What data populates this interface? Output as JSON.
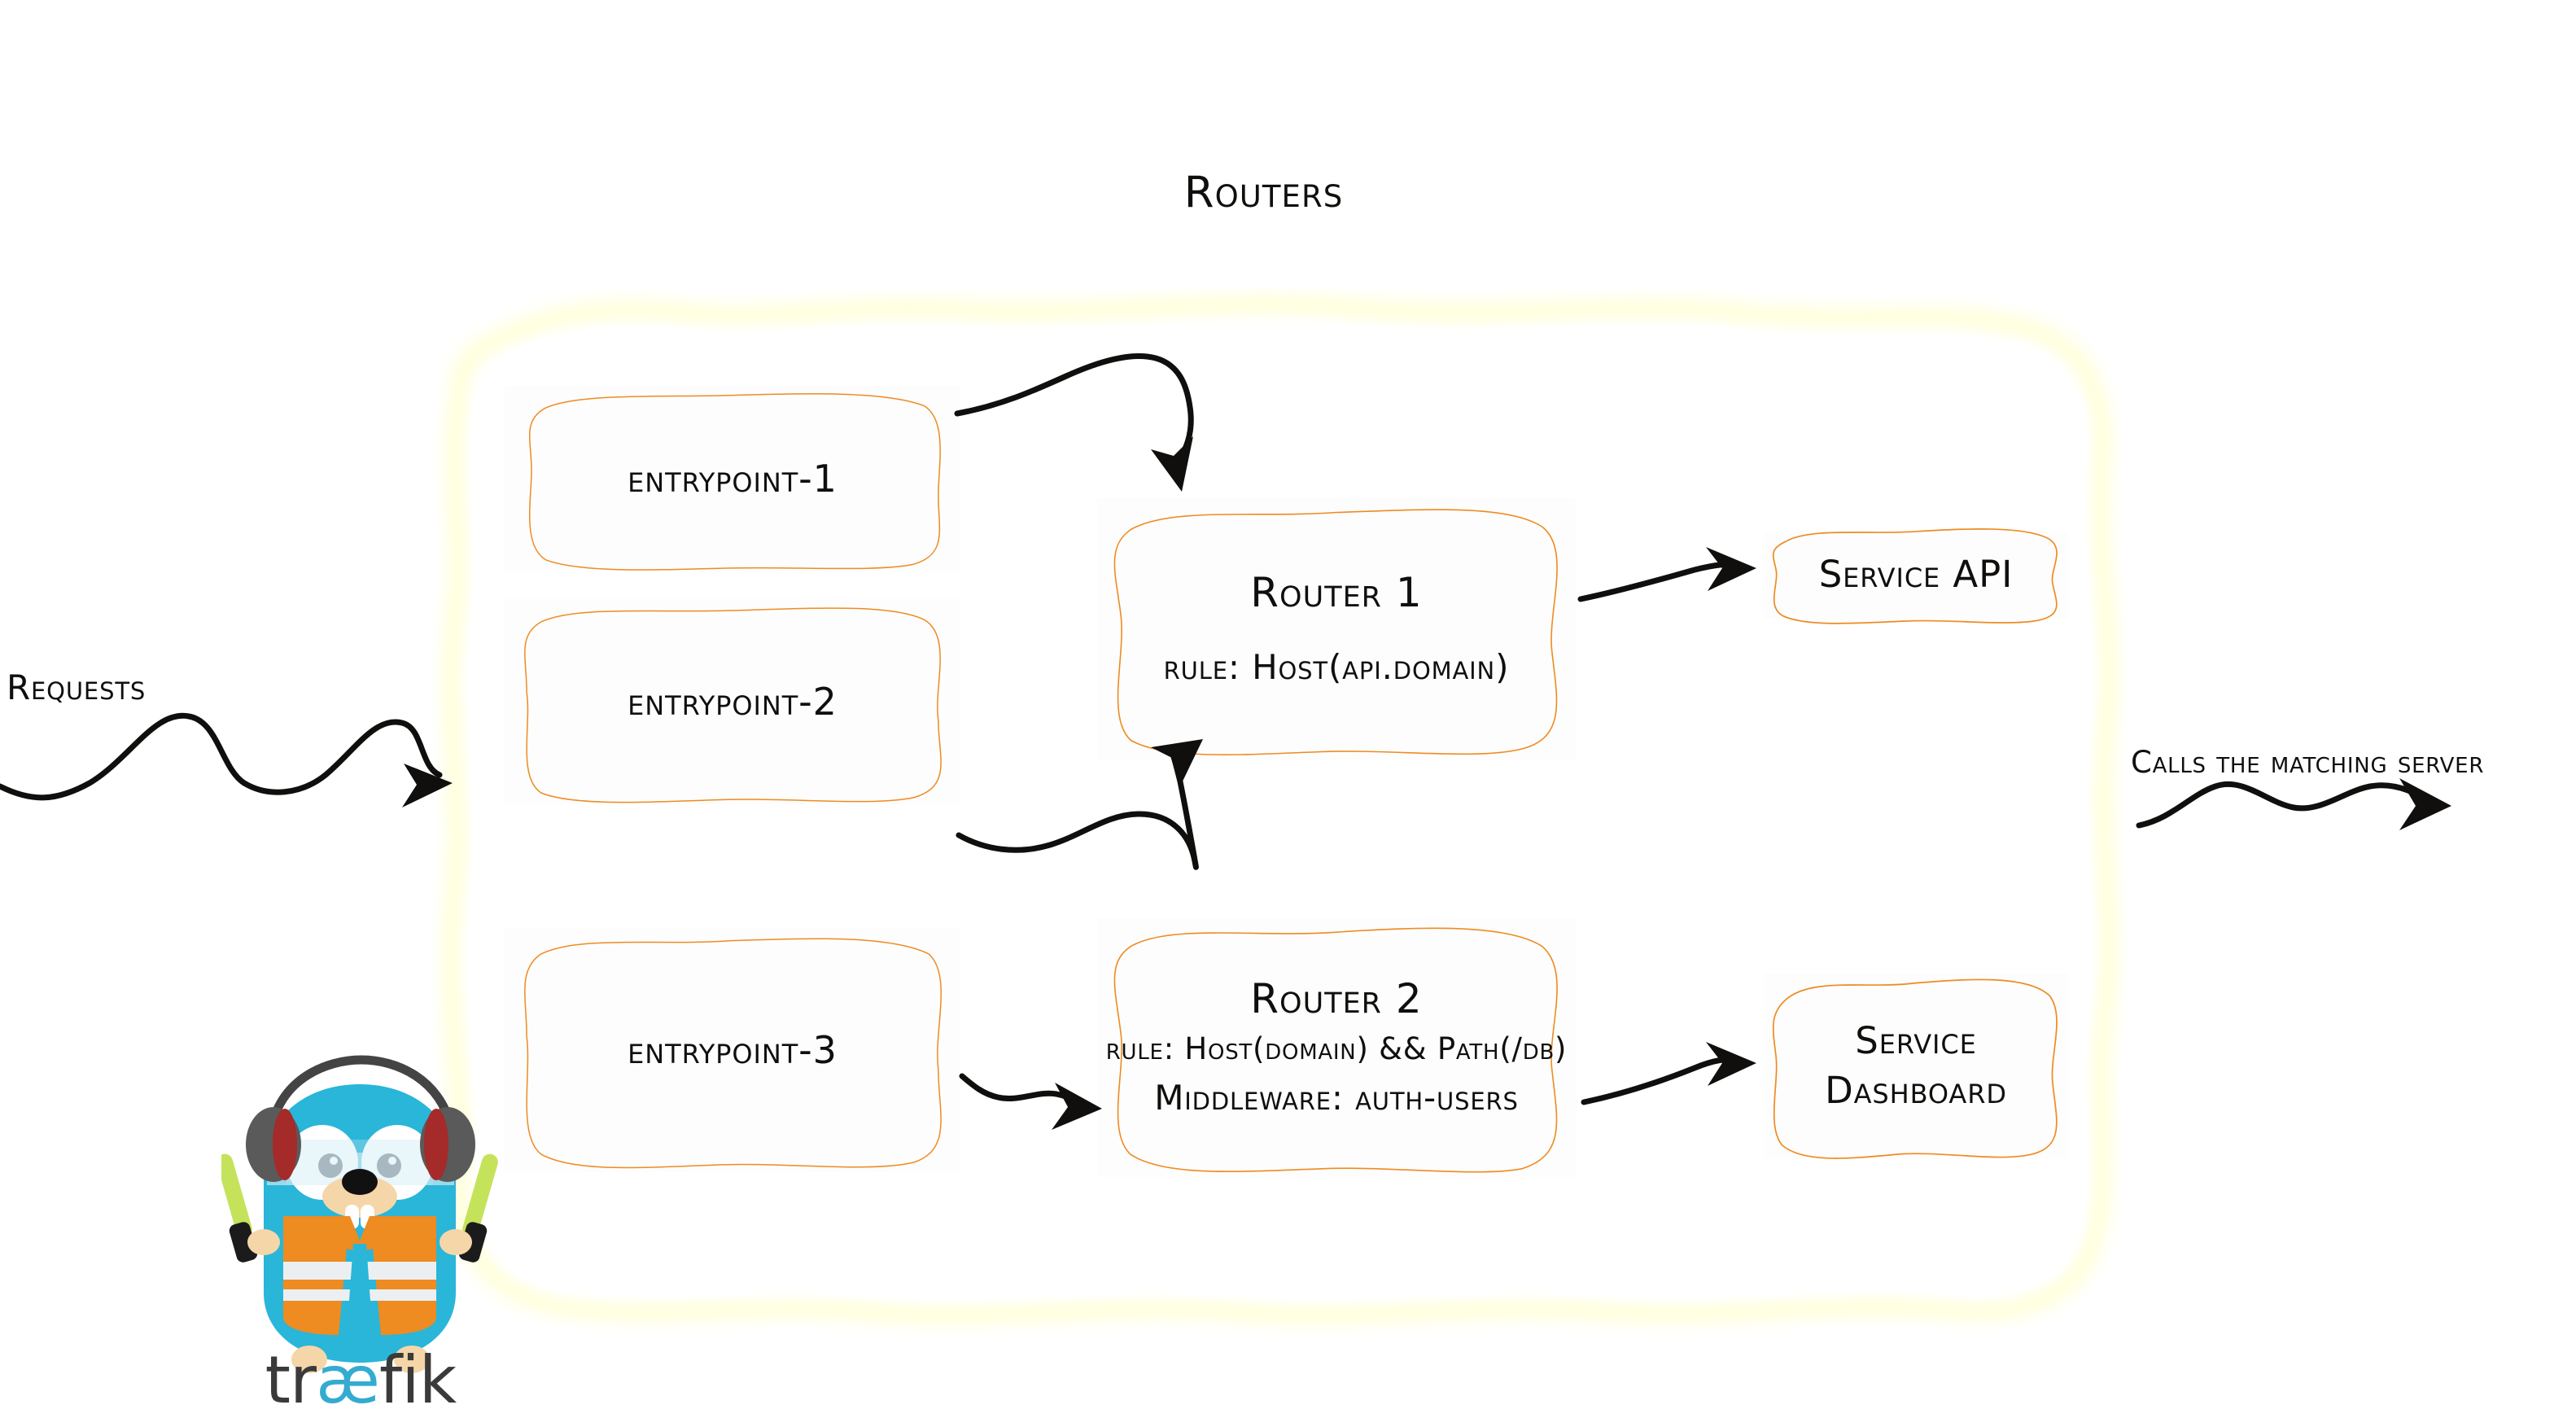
{
  "diagram": {
    "title": "Routers",
    "brand": {
      "name": "træfik",
      "part_dark_1": "tr",
      "part_accent": "æ",
      "part_dark_2": "fik"
    },
    "colors": {
      "accent_orange": "#ee8b21",
      "container_fill": "#f4f4f4",
      "node_fill": "#fdfdfd",
      "ink": "#100f0d",
      "gopher_body": "#29b6d8",
      "gopher_vest": "#ee8b21",
      "gopher_skin": "#f5d6a8",
      "gopher_headphone": "#5a5a5a",
      "gopher_headphone_accent": "#a52a2a",
      "wand_green": "#c4e35b",
      "brand_dark": "#3a3a3a",
      "brand_cyan": "#34abd0"
    },
    "entrypoints": [
      {
        "id": "entrypoint-1",
        "label": "entrypoint-1"
      },
      {
        "id": "entrypoint-2",
        "label": "entrypoint-2"
      },
      {
        "id": "entrypoint-3",
        "label": "entrypoint-3"
      }
    ],
    "routers": [
      {
        "id": "router-1",
        "title": "Router 1",
        "lines": [
          "rule: Host(api.domain)"
        ]
      },
      {
        "id": "router-2",
        "title": "Router 2",
        "lines": [
          "rule: Host(domain) && Path(/db)",
          "Middleware: auth-users"
        ]
      }
    ],
    "services": [
      {
        "id": "service-api",
        "lines": [
          "Service API"
        ]
      },
      {
        "id": "service-dashboard",
        "lines": [
          "Service",
          "Dashboard"
        ]
      }
    ],
    "edge_labels": {
      "ingress": "Requests",
      "egress": "Calls the matching server"
    },
    "connections": [
      {
        "from": "requests",
        "to": "routers-container"
      },
      {
        "from": "entrypoint-1",
        "to": "router-1"
      },
      {
        "from": "entrypoint-2",
        "to": "router-1"
      },
      {
        "from": "entrypoint-3",
        "to": "router-2"
      },
      {
        "from": "router-1",
        "to": "service-api"
      },
      {
        "from": "router-2",
        "to": "service-dashboard"
      },
      {
        "from": "routers-container",
        "to": "matching-server"
      }
    ]
  }
}
